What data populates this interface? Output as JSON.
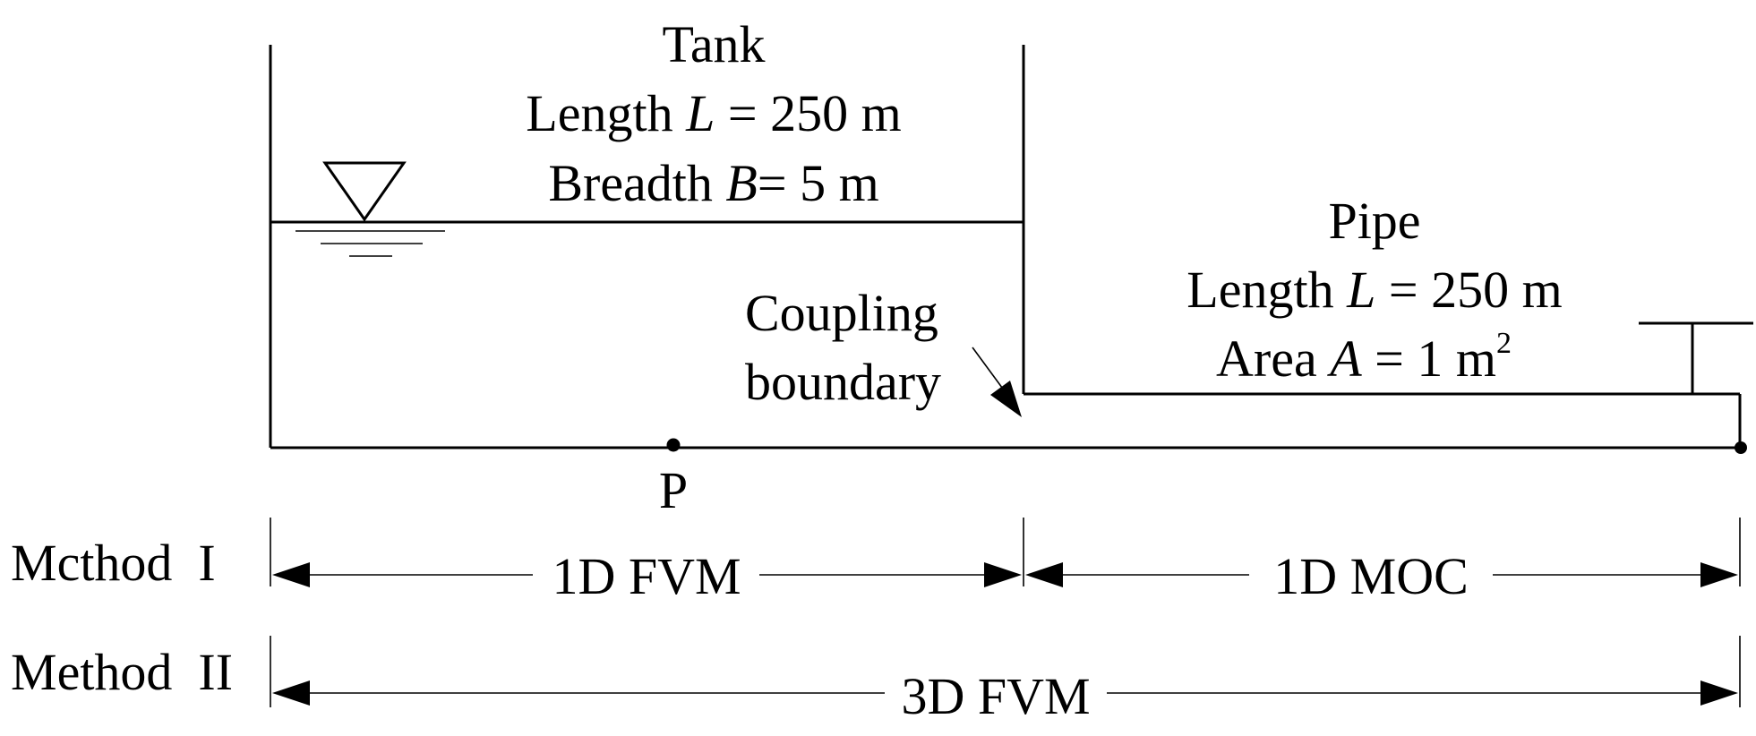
{
  "tank": {
    "title": "Tank",
    "length_prefix": "Length ",
    "length_var": "L",
    "length_suffix": " = 250 m",
    "breadth_prefix": "Breadth ",
    "breadth_var": "B",
    "breadth_suffix": "= 5 m"
  },
  "pipe": {
    "title": "Pipe",
    "length_prefix": "Length ",
    "length_var": "L",
    "length_suffix": " = 250 m",
    "area_prefix": "Area ",
    "area_var": "A",
    "area_suffix": " = 1 m",
    "area_exp": "2"
  },
  "coupling": {
    "line1": "Coupling",
    "line2": "boundary"
  },
  "point_label": "P",
  "methods": [
    {
      "label": "Mcthod  I",
      "segments": [
        "1D FVM",
        "1D MOC"
      ]
    },
    {
      "label": "Method  II",
      "segments": [
        "3D FVM"
      ]
    }
  ]
}
